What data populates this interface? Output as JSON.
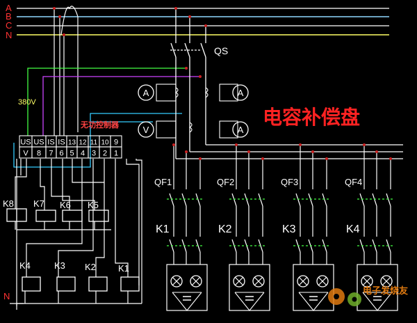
{
  "bus": {
    "phase_a": "A",
    "phase_b": "B",
    "phase_c": "C",
    "neutral": "N",
    "neutral_bottom": "N"
  },
  "switch_main": "QS",
  "voltage_tag": "380V",
  "controller": {
    "title": "无功控制器",
    "top_labels": [
      "US",
      "US",
      "IS",
      "IS",
      "13",
      "12",
      "11",
      "10",
      "9"
    ],
    "bottom_labels": [
      "V",
      "8",
      "7",
      "6",
      "5",
      "4",
      "3",
      "2",
      "1"
    ]
  },
  "meters": {
    "ammeter": "A",
    "voltmeter": "V"
  },
  "panel_title": "电容补偿盘",
  "breakers": [
    "QF1",
    "QF2",
    "QF3",
    "QF4"
  ],
  "contactors": [
    "K1",
    "K2",
    "K3",
    "K4"
  ],
  "relays_upper": [
    "K8",
    "K7",
    "K6",
    "K5"
  ],
  "relays_lower": [
    "K4",
    "K3",
    "K2",
    "K1"
  ],
  "watermark_text": "电子发烧友",
  "colors": {
    "bus_a": "#d8d8d8",
    "bus_b": "#8fd8ff",
    "bus_c": "#d8d8d8",
    "bus_n": "#ffff66",
    "wire": "#ffffff",
    "cyan": "#33ccff",
    "magenta": "#cc44ff",
    "green": "#44ff44",
    "red_title": "#ff2222",
    "node": "#cc2222"
  }
}
